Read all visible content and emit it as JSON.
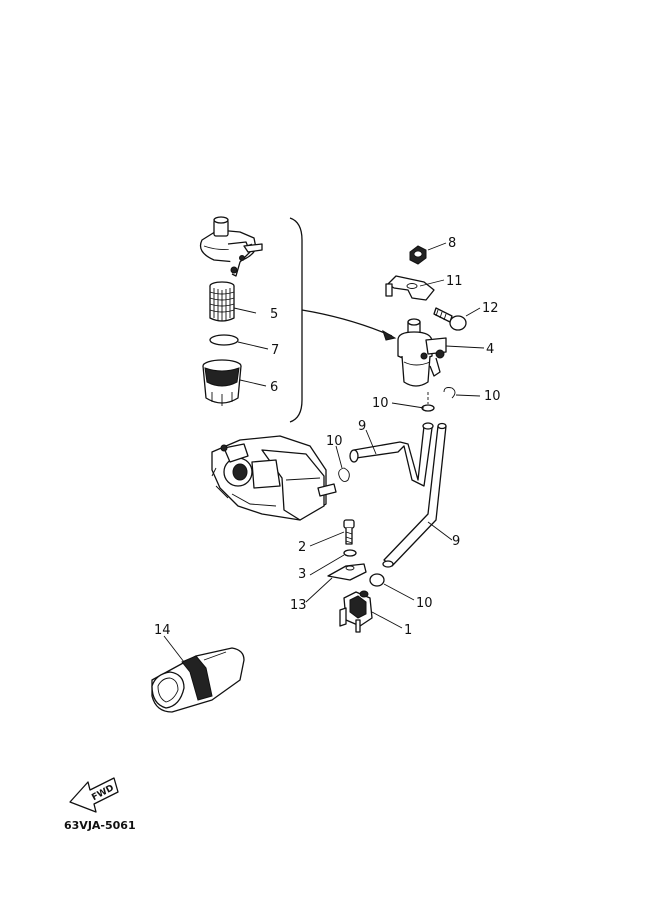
{
  "callouts": [
    "8",
    "11",
    "12",
    "4",
    "5",
    "7",
    "6",
    "10",
    "10",
    "10",
    "9",
    "9",
    "2",
    "3",
    "13",
    "10",
    "1",
    "14"
  ],
  "fwd_label": "FWD",
  "diagram_code": "63VJA-5061"
}
